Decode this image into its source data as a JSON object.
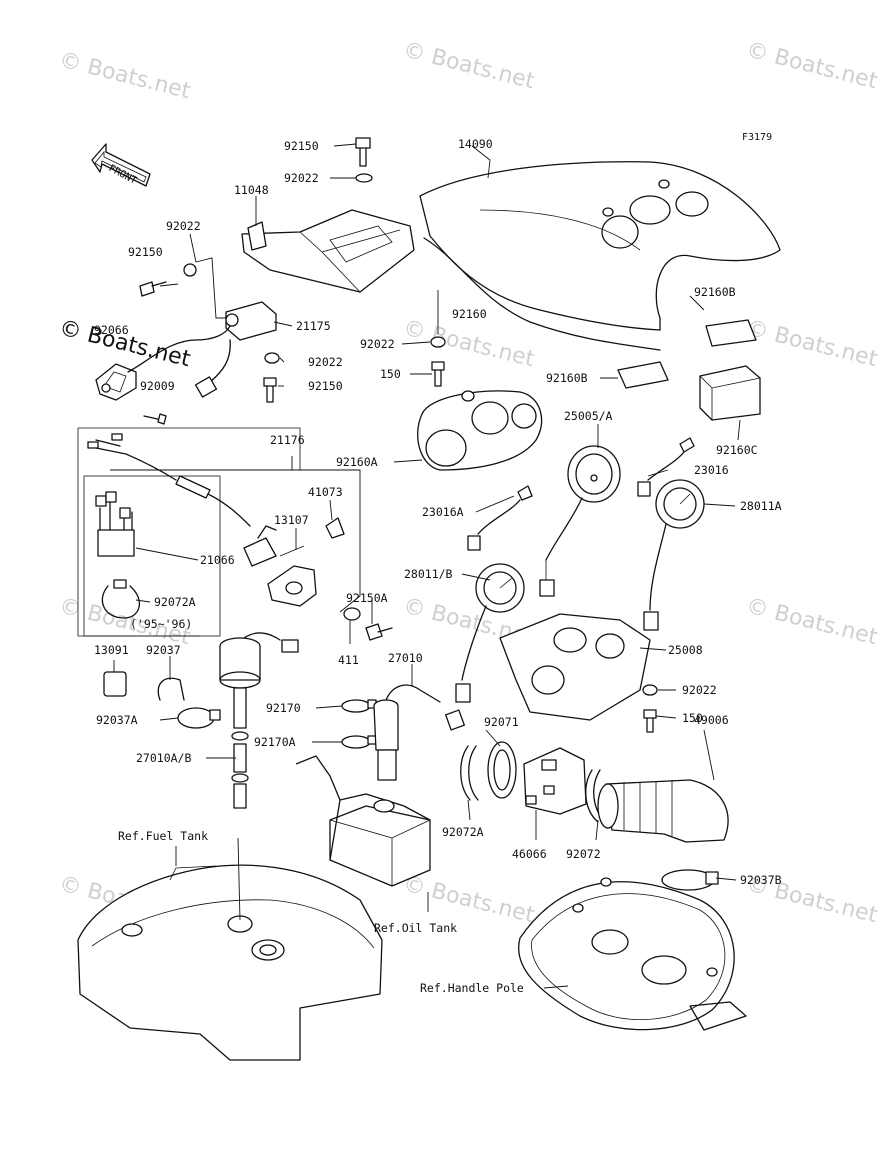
{
  "figure_code": "F3179",
  "front_arrow_label": "FRONT",
  "watermark": "© Boats.net",
  "labels": {
    "p92150_top": "92150",
    "p14090": "14090",
    "p92022_top": "92022",
    "p11048": "11048",
    "p92022_left": "92022",
    "p92150_left": "92150",
    "p21175": "21175",
    "p92066": "92066",
    "p92022_mid": "92022",
    "p92009": "92009",
    "p92150_mid": "92150",
    "p92160": "92160",
    "p92160B_right": "92160B",
    "p92022_center": "92022",
    "p150_center": "150",
    "p92160B_center": "92160B",
    "p21176": "21176",
    "p92160A": "92160A",
    "p25005A": "25005/A",
    "p92160C": "92160C",
    "p23016": "23016",
    "p41073": "41073",
    "p13107": "13107",
    "p23016A": "23016A",
    "p28011A": "28011A",
    "p21066": "21066",
    "p92072A_box": "92072A",
    "note_years": "('95~'96)",
    "p28011B": "28011/B",
    "p92150A": "92150A",
    "p13091": "13091",
    "p92037": "92037",
    "p411": "411",
    "p27010": "27010",
    "p25008": "25008",
    "p92022_right": "92022",
    "p92037A": "92037A",
    "p92170": "92170",
    "p150_right": "150",
    "p92170A": "92170A",
    "p92071": "92071",
    "p49006": "49006",
    "p27010AB": "27010A/B",
    "ref_fuel_tank": "Ref.Fuel Tank",
    "p92072A_bottom": "92072A",
    "p46066": "46066",
    "p92072": "92072",
    "p92037B": "92037B",
    "ref_oil_tank": "Ref.Oil Tank",
    "ref_handle_pole": "Ref.Handle Pole"
  }
}
